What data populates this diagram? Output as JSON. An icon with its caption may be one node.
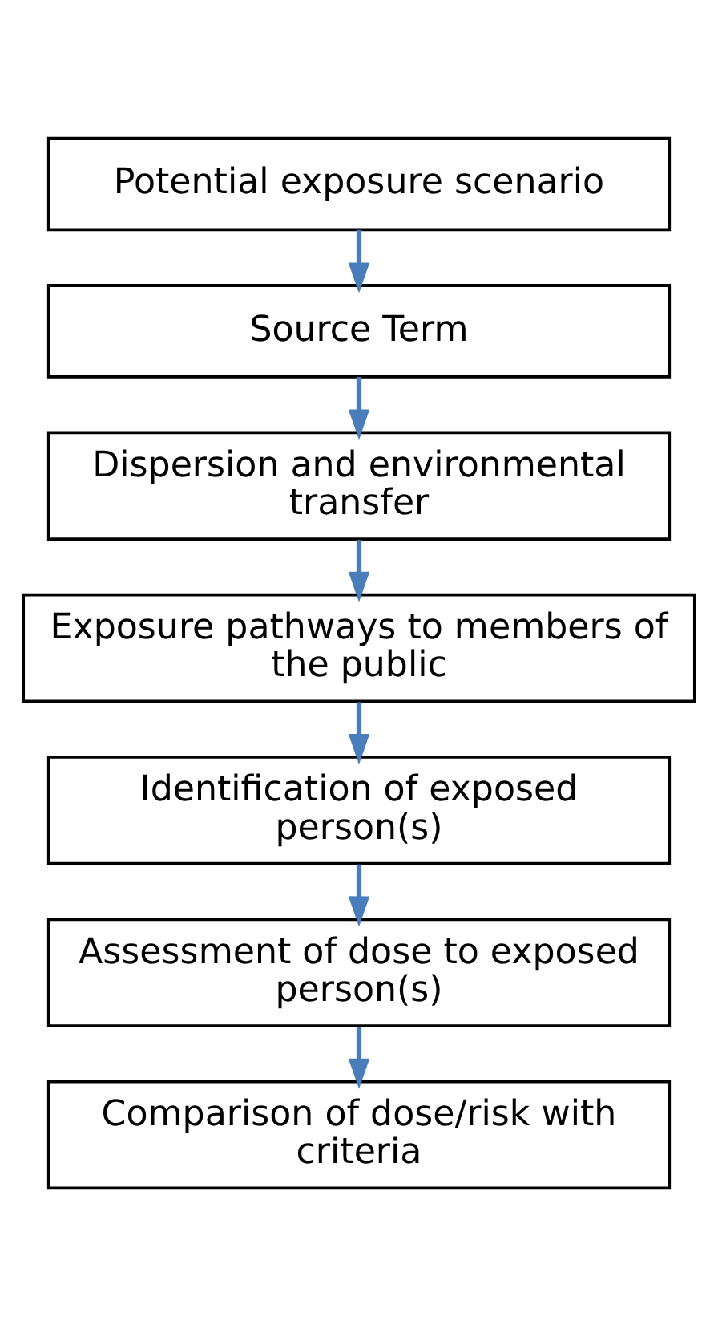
{
  "diagram": {
    "nodes": [
      {
        "text": [
          "Potential exposure scenario"
        ]
      },
      {
        "text": [
          "Source Term"
        ]
      },
      {
        "text": [
          "Dispersion and environmental transfer"
        ]
      },
      {
        "text": [
          "Exposure pathways to members of the public"
        ]
      },
      {
        "text": [
          "Identification of exposed person(s)"
        ]
      },
      {
        "text": [
          "Assessment of dose to exposed person(s)"
        ]
      },
      {
        "text": [
          "Comparison of dose/risk with criteria"
        ]
      }
    ],
    "edges": [
      {
        "from": 0,
        "to": 1,
        "arrow": "to"
      },
      {
        "from": 1,
        "to": 2,
        "arrow": "to"
      },
      {
        "from": 2,
        "to": 3,
        "arrow": "to"
      },
      {
        "from": 3,
        "to": 4,
        "arrow": "to"
      },
      {
        "from": 4,
        "to": 5,
        "arrow": "to"
      },
      {
        "from": 5,
        "to": 6,
        "arrow": "to"
      }
    ]
  }
}
